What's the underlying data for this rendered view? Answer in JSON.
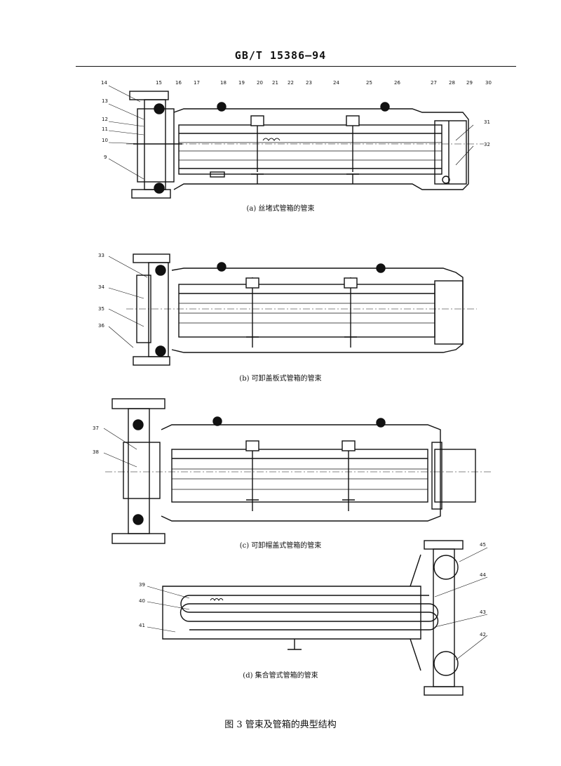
{
  "header": {
    "standard": "GB/T 15386—94"
  },
  "panels": [
    {
      "caption": "(a) 丝堵式管箱的管束",
      "labels": [
        "14",
        "15",
        "16",
        "17",
        "18",
        "19",
        "20",
        "21",
        "22",
        "23",
        "24",
        "25",
        "26",
        "27",
        "28",
        "29",
        "30",
        "13",
        "12",
        "11",
        "10",
        "9",
        "31",
        "32"
      ]
    },
    {
      "caption": "(b) 可卸盖板式管箱的管束",
      "labels": [
        "33",
        "34",
        "35",
        "36"
      ]
    },
    {
      "caption": "(c) 可卸帽盖式管箱的管束",
      "labels": [
        "37",
        "38"
      ]
    },
    {
      "caption": "(d) 集合管式管箱的管束",
      "labels": [
        "39",
        "40",
        "41",
        "45",
        "44",
        "43",
        "42"
      ]
    }
  ],
  "figure_caption": "图 3  管束及管箱的典型结构"
}
